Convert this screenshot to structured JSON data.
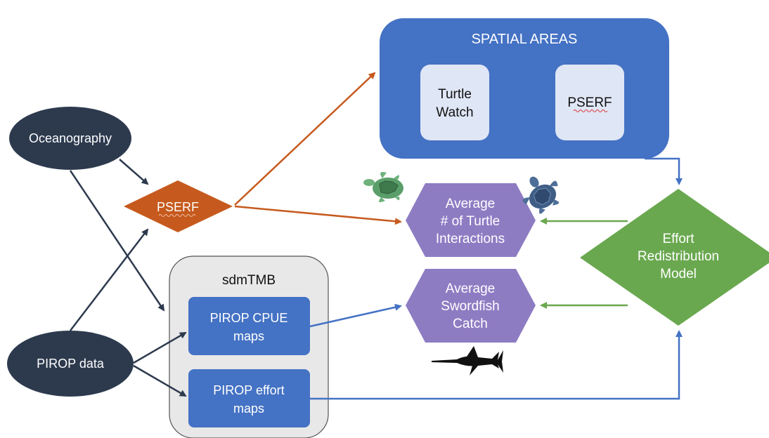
{
  "nodes": {
    "oceanography": "Oceanography",
    "pirop_data": "PIROP data",
    "pserf_diamond": "PSERF",
    "spatial_areas": {
      "title": "SPATIAL AREAS",
      "turtle_watch_line1": "Turtle",
      "turtle_watch_line2": "Watch",
      "pserf": "PSERF"
    },
    "sdmtmb": {
      "title": "sdmTMB",
      "cpue_line1": "PIROP CPUE",
      "cpue_line2": "maps",
      "effort_line1": "PIROP effort",
      "effort_line2": "maps"
    },
    "turtle_interactions": {
      "line1": "Average",
      "line2": "# of Turtle",
      "line3": "Interactions"
    },
    "swordfish_catch": {
      "line1": "Average",
      "line2": "Swordfish",
      "line3": "Catch"
    },
    "effort_model": {
      "line1": "Effort",
      "line2": "Redistribution",
      "line3": "Model"
    }
  },
  "colors": {
    "navy": "#2d3a4e",
    "orange": "#c65a1e",
    "blue": "#4472c4",
    "light_blue_box": "#dfe6f5",
    "purple": "#8e7cc3",
    "green": "#6aa84f",
    "gray_box": "#e8e8e8"
  },
  "icons": [
    "green-sea-turtle-icon",
    "blue-sea-turtle-icon",
    "swordfish-icon"
  ]
}
